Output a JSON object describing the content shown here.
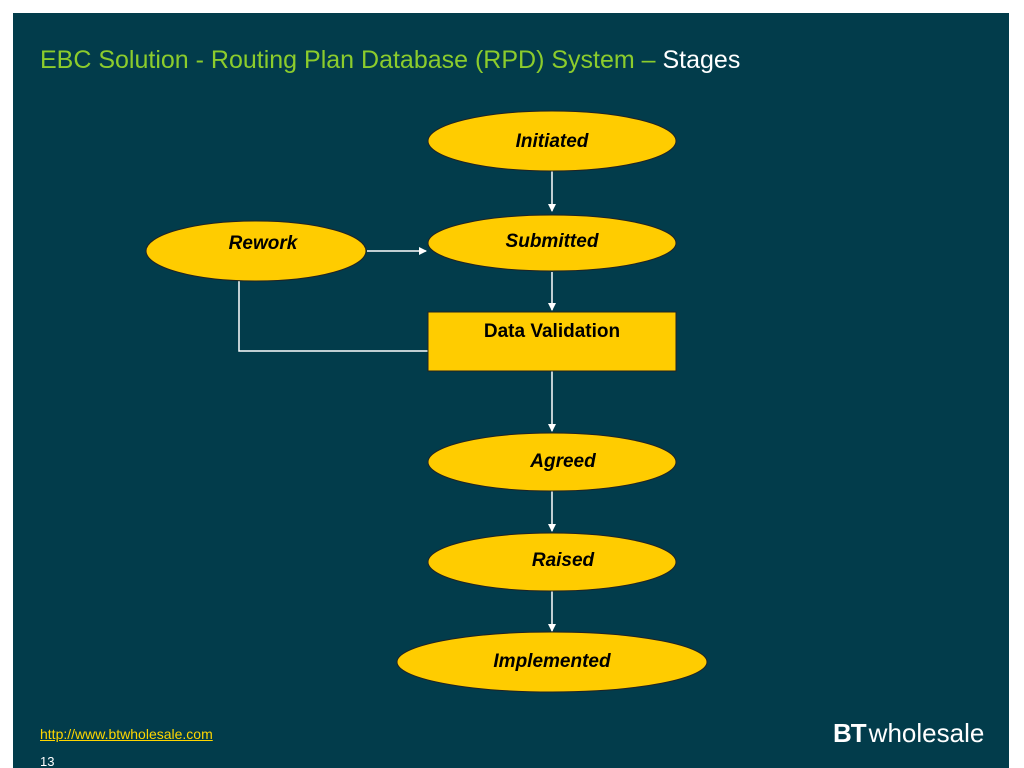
{
  "slide": {
    "title_main": "EBC Solution - Routing Plan Database (RPD) System – ",
    "title_accent": "Stages"
  },
  "diagram": {
    "nodes": {
      "initiated": "Initiated",
      "rework": "Rework",
      "submitted": "Submitted",
      "data_validation": "Data Validation",
      "agreed": "Agreed",
      "raised": "Raised",
      "implemented": "Implemented"
    },
    "edges": [
      {
        "from": "Initiated",
        "to": "Submitted"
      },
      {
        "from": "Rework",
        "to": "Submitted"
      },
      {
        "from": "Submitted",
        "to": "Data Validation"
      },
      {
        "from": "Data Validation",
        "to": "Rework"
      },
      {
        "from": "Data Validation",
        "to": "Agreed"
      },
      {
        "from": "Agreed",
        "to": "Raised"
      },
      {
        "from": "Raised",
        "to": "Implemented"
      }
    ],
    "colors": {
      "node_fill": "#ffcc00",
      "connector": "#ffffff",
      "background": "#023c4b",
      "title": "#8ccc2c"
    }
  },
  "footer": {
    "link": "http://www.btwholesale.com",
    "page_number": "13",
    "logo_bt": "BT",
    "logo_wholesale": "wholesale"
  }
}
